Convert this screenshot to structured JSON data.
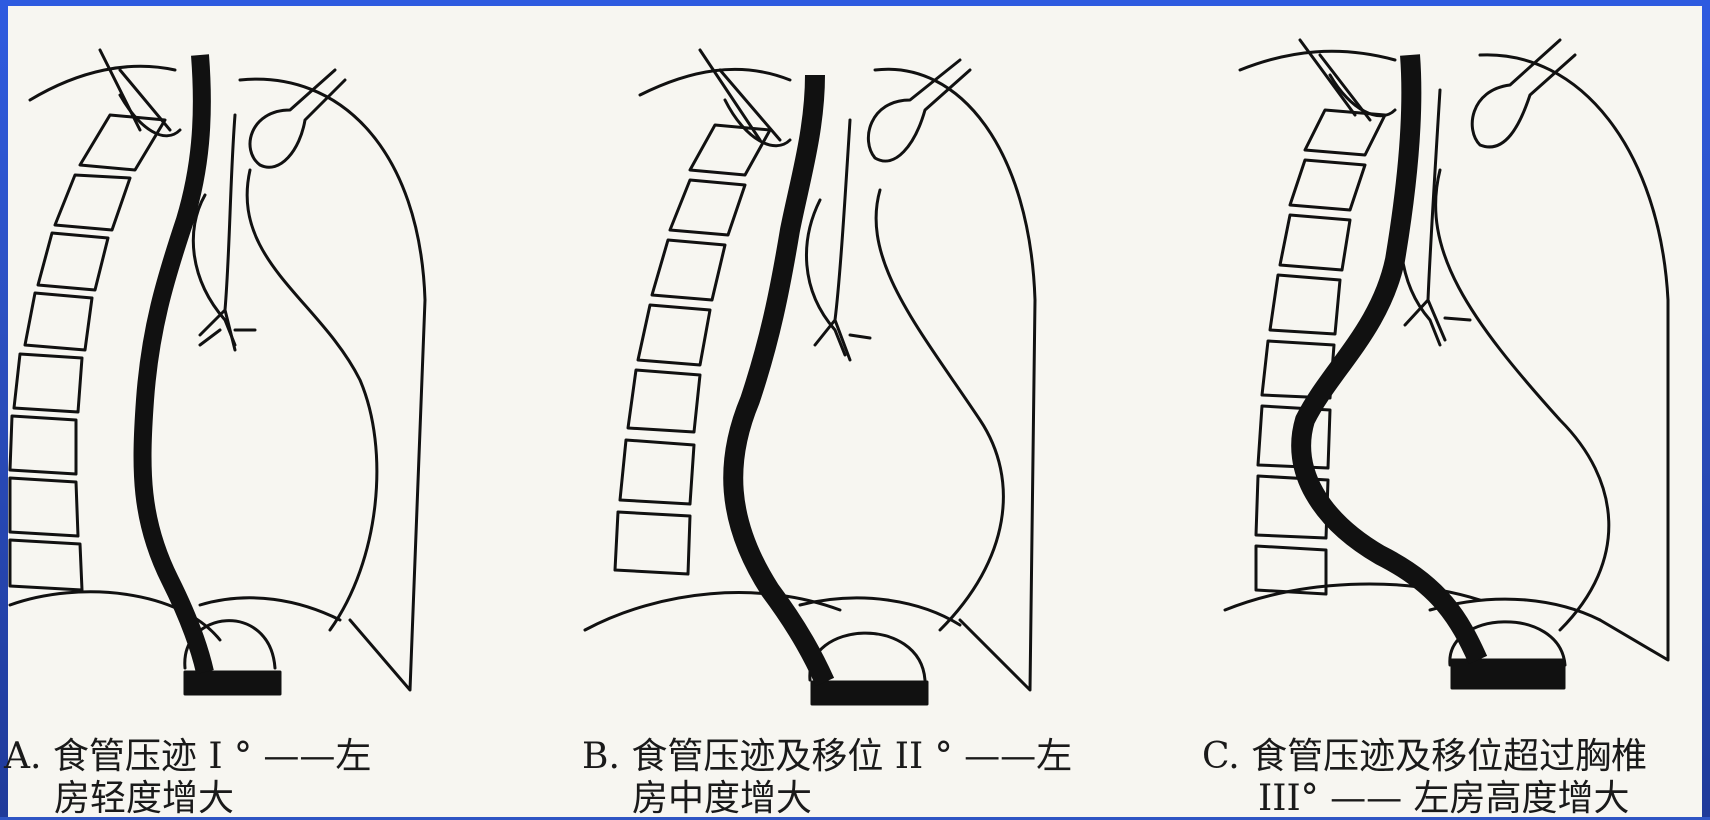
{
  "panels": [
    {
      "id": "A",
      "caption_line1": "A. 食管压迹 I ° ——左",
      "caption_line2": "房轻度增大"
    },
    {
      "id": "B",
      "caption_line1": "B. 食管压迹及移位 II ° ——左",
      "caption_line2": "房中度增大"
    },
    {
      "id": "C",
      "caption_line1": "C. 食管压迹及移位超过胸椎",
      "caption_line2": "III° —— 左房高度增大"
    }
  ],
  "colors": {
    "background": "#2f55c4",
    "paper": "#f7f6f1",
    "ink": "#111111"
  }
}
